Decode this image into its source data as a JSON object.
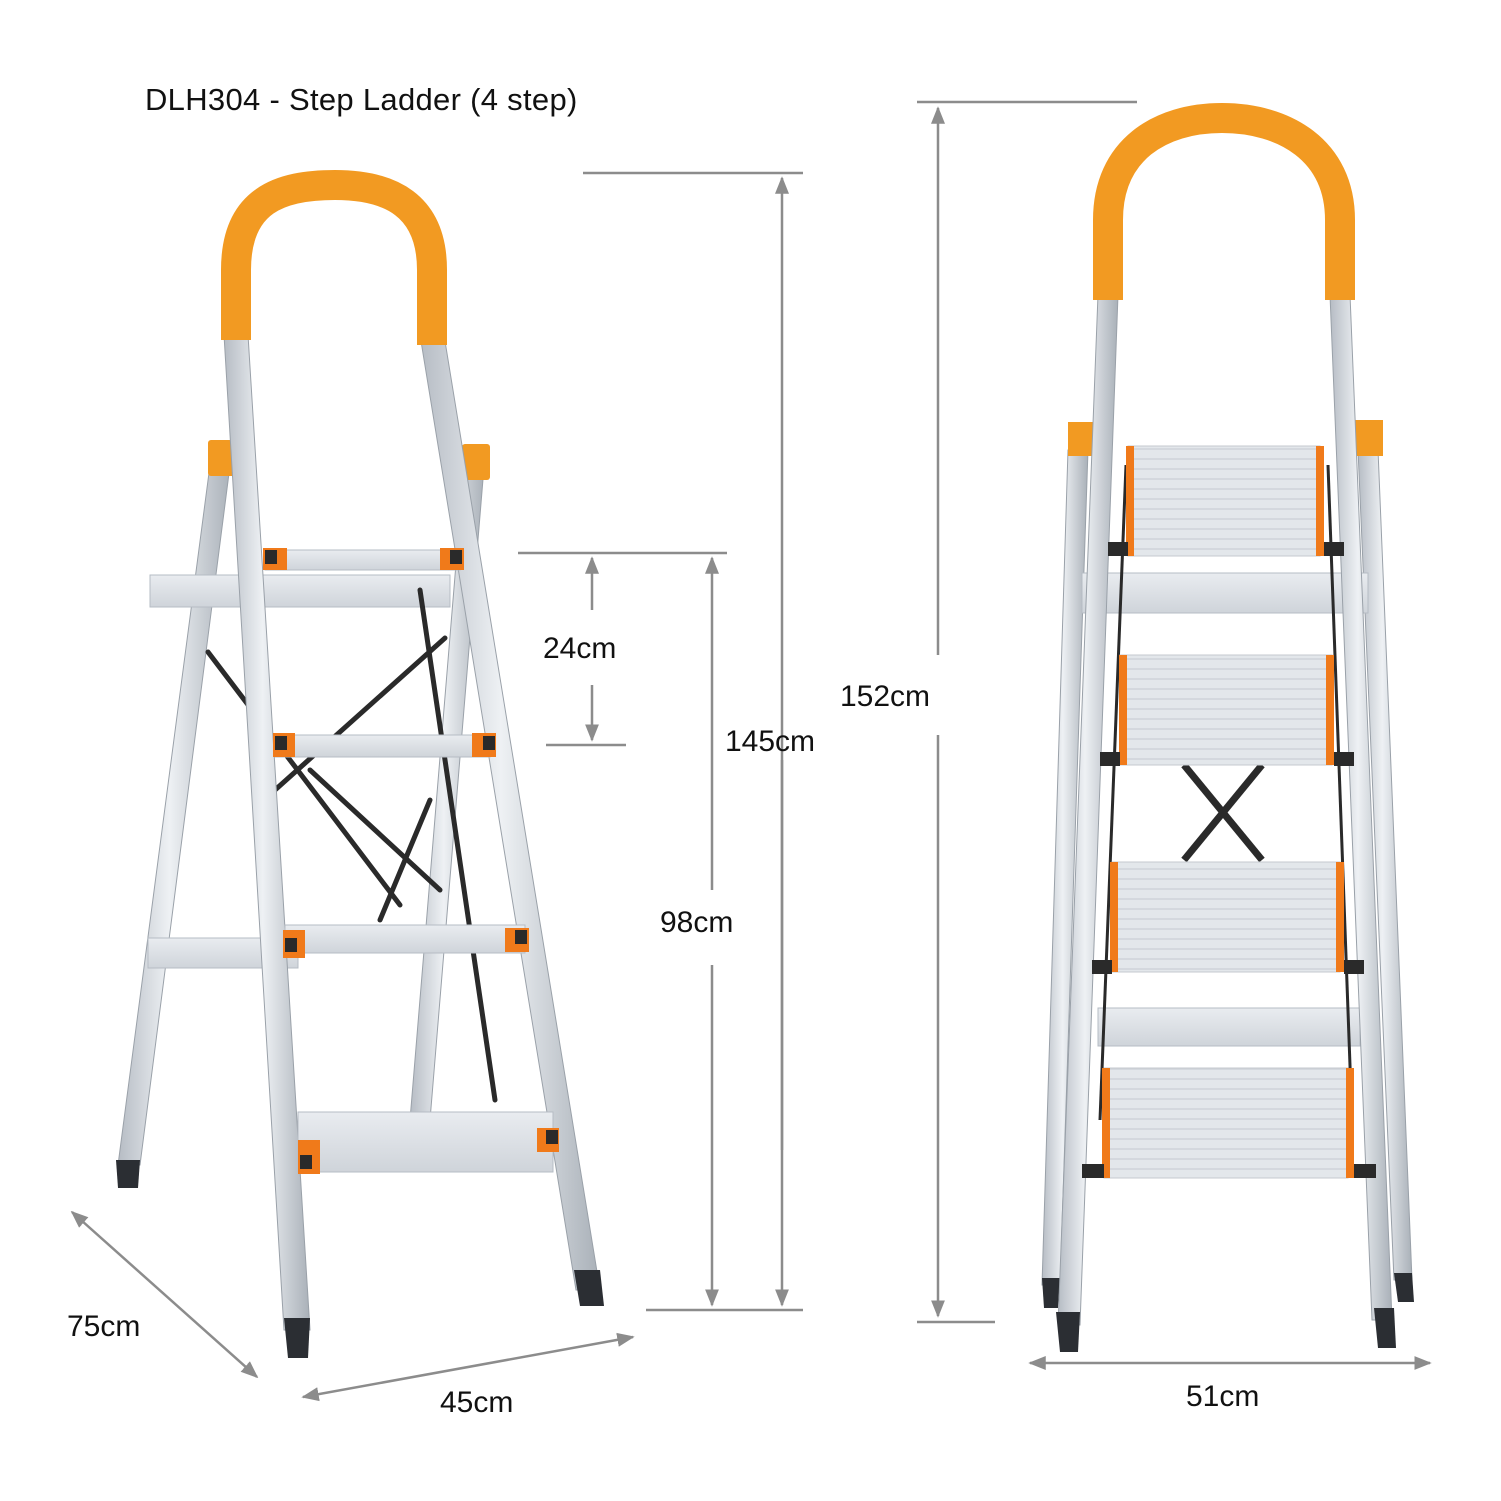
{
  "title": "DLH304 - Step Ladder (4 step)",
  "colors": {
    "handle_orange": "#f29a22",
    "accent_orange": "#f07a1a",
    "aluminum": "#d9dde3",
    "aluminum_dark": "#a9b0b8",
    "brace_black": "#2a2a2a",
    "dimension_line": "#8c8c8c",
    "text": "#111111"
  },
  "views": {
    "side": {
      "label": "side-view",
      "steps": 4,
      "dimensions": {
        "step_spacing": "24cm",
        "platform_height": "98cm",
        "overall_height": "145cm",
        "depth": "75cm",
        "width": "45cm"
      }
    },
    "front": {
      "label": "front-view",
      "steps": 4,
      "dimensions": {
        "overall_height": "152cm",
        "base_width": "51cm"
      }
    }
  }
}
